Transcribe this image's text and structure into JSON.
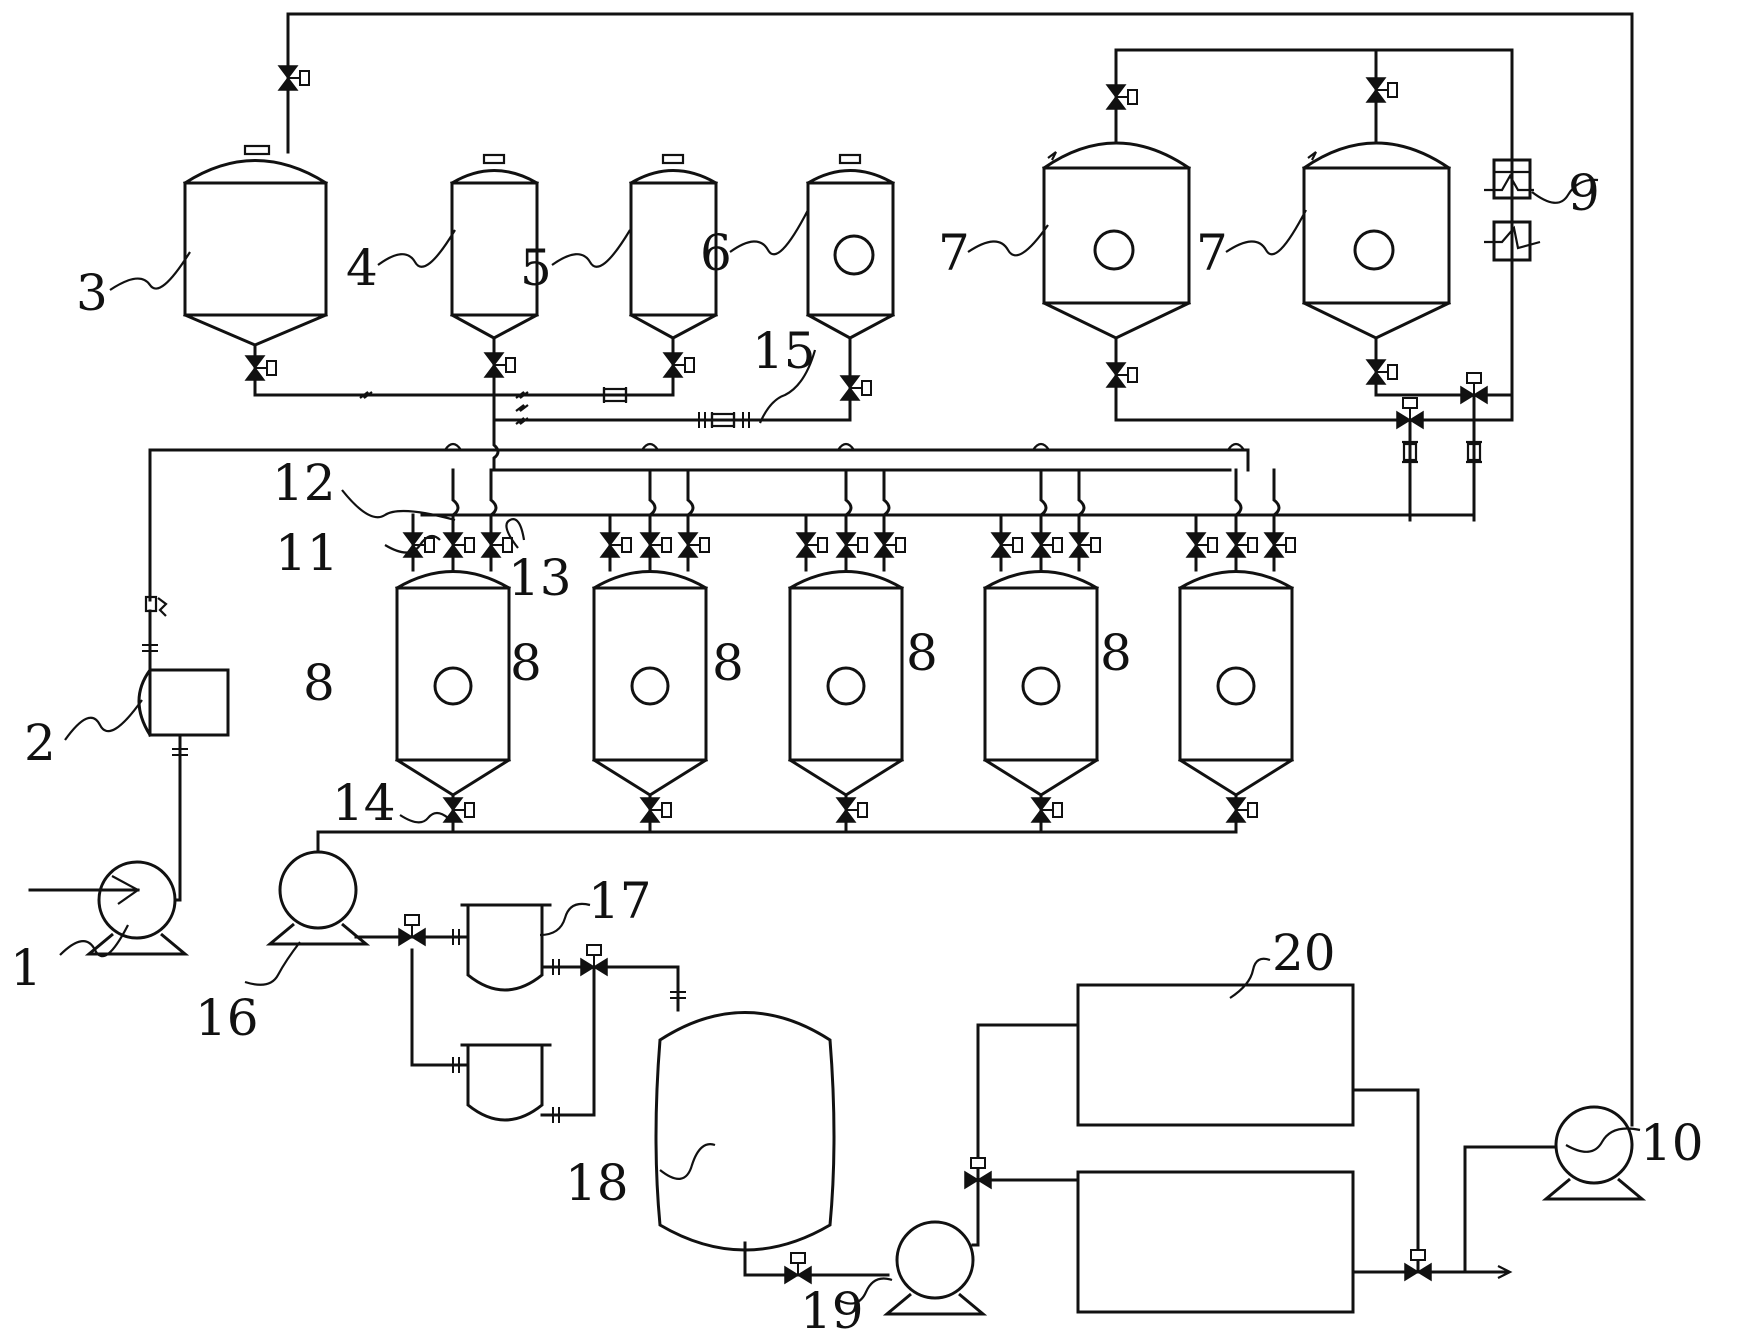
{
  "labels": {
    "l1": "1",
    "l2": "2",
    "l3": "3",
    "l4": "4",
    "l5": "5",
    "l6": "6",
    "l7a": "7",
    "l7b": "7",
    "l8a": "8",
    "l8b": "8",
    "l8c": "8",
    "l8d": "8",
    "l8e": "8",
    "l9": "9",
    "l10": "10",
    "l11": "11",
    "l12": "12",
    "l13": "13",
    "l14": "14",
    "l15": "15",
    "l16": "16",
    "l17": "17",
    "l18": "18",
    "l19": "19",
    "l20": "20"
  }
}
